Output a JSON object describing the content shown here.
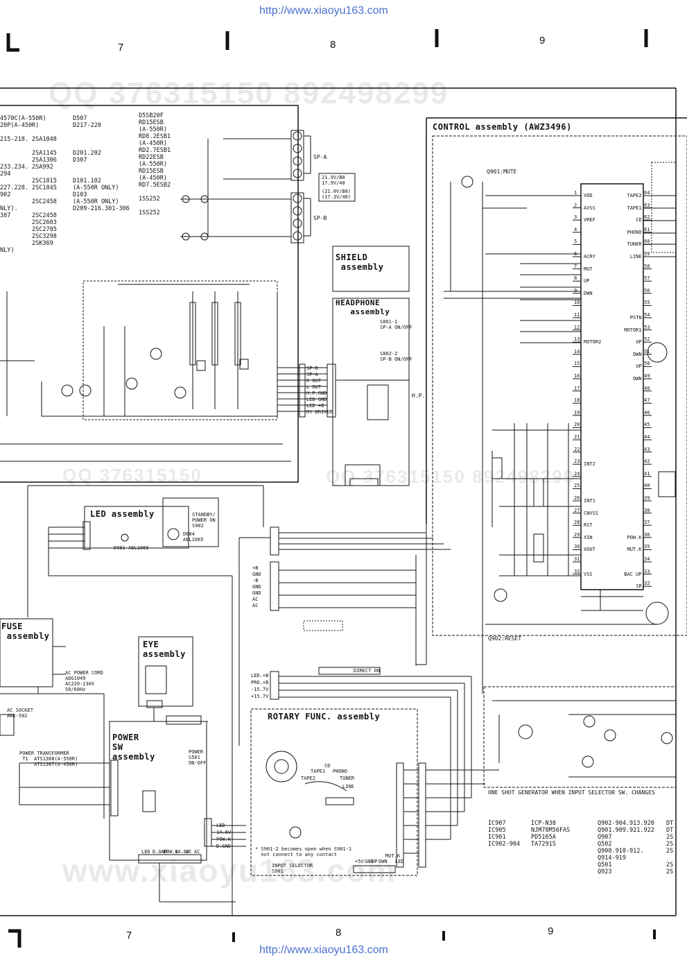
{
  "header": {
    "url_top": "http://www.xiaoyu163.com",
    "url_bottom": "http://www.xiaoyu163.com"
  },
  "grid": {
    "top": [
      "7",
      "8",
      "9"
    ],
    "bottom": [
      "7",
      "8",
      "9"
    ]
  },
  "watermark": {
    "line1": "QQ 376315150  892498299",
    "line2": "www.xiaoyu163.com",
    "mid1": "QQ 376315150",
    "mid2": "QQ 376315150  892498299"
  },
  "assemblies": {
    "control": "CONTROL assembly (AWZ3496)",
    "shield": "SHIELD\n assembly",
    "headphone": "HEADPHONE\n   assembly",
    "led": "LED assembly",
    "fuse": "FUSE\n assembly",
    "eye": "EYE\nassembly",
    "power": "POWER\nSW\nassembly",
    "rotary": "ROTARY FUNC. assembly"
  },
  "parts_list_left": {
    "col1": "4570C(A-550R)\n20P(A-450R)\n\n215-218. 2SA1048\n\n         2SA1145\n         2SA1306\n233.234. 2SA992\n294\n         2SC1815\n227.228. 2SC1845\n902\n         2SC2458\nNLY).\n307      2SC2458\n         2SC2603\n         2SC2705\n         2SC3298\n         2SK369\nNLY)",
    "col2": "D507\nD217-220\n\n\n\nD201.202\nD307\n\n\nD101.102\n(A-550R ONLY)\nD103\n(A-550R ONLY)\nD209-216.301-306",
    "col3": "D5SB20F\nRD15ESB\n(A-550R)\nRD8.2ESB1\n(A-450R)\nRD2.7ESB1\nRD22ESB\n(A-550R)\nRD15ESB\n(A-450R)\nRD7.5ESB2\n\n1SS252\n\n1SS252"
  },
  "parts_list_right": {
    "col1": "IC907\nIC905\nIC901\nIC902-904",
    "col2": "ICP-N38\nNJM78M56FAS\nPD5165A\nTA7291S",
    "col3": "Q902-904.913.920\nQ901.909.921.922\nQ907\nQ502\nQ908.910-912.\nQ914-919\nQ501\nQ923",
    "col4": "DT\nDT\n2S\n2S\n2S\n\n2S\n2S"
  },
  "labels": {
    "q901_mute": "Q901:MUTE",
    "q902_reset": "Q902:RESET",
    "one_shot": "ONE SHOT GENERATOR WHEN INPUT SELECTOR SW. CHANGES",
    "sp_a": "SP-A",
    "sp_b": "SP-B",
    "hp": "H.P.",
    "standby": "STANDBY/\nPOWER ON\nS902",
    "ac_cord": "AC POWER CORD\nADG1049\nAC220-230V\n50/60Hz",
    "ac_socket": "AC SOCKET\nAKK-502",
    "transformer": "POWER TRANSFORMER\n T1  ATS1368(A-550R)\n     ATS1367(A-450R)",
    "power_onoff": "POWER\nS501\nON-OFF",
    "s901_note": "* S901-2 becomes open when S901-1\n  not connect to any contact",
    "input_selector": "INPUT SELECTOR\nS901",
    "shield_rail": "21.9V/B8\n17.9V/48",
    "shield_rail2": "(21.0V/B8)\n(17.3V/48)",
    "direct_on": "DIRECT ON",
    "led_assy_d981": "D981  AEL1065",
    "d604": "D604\nAEL1065",
    "s801": "S801-1\nSP-A ON/OFF",
    "s802": "S802-2\nSP-B ON/OFF",
    "cn9_pins": [
      "SP-B",
      "SP-A",
      "R OUT",
      "L OUT",
      "H.P.GND",
      "LED GND",
      "LED +B",
      "RY DRIVER"
    ],
    "j10_pins": [
      "LED.+B",
      "PRO.+B",
      "-15.7V",
      "+15.7V"
    ],
    "j8_pins": [
      "+B",
      "GND",
      "-B",
      "GND",
      "GND",
      "AC",
      "AC"
    ],
    "ic901_left": [
      "VDD",
      "AVSS",
      "VREF",
      "",
      "",
      "ACRY",
      "MUT",
      "UP",
      "DWN",
      "",
      "",
      "",
      "MOTOR2",
      "",
      "",
      "",
      "",
      "",
      "",
      "",
      "",
      "",
      "INT2",
      "",
      "",
      "INT1",
      "CNVSS",
      "RST",
      "XIN",
      "XOUT",
      "",
      "VSS"
    ],
    "ic901_right": [
      "TAPE2",
      "TAPE1",
      "CD",
      "PHONO",
      "TUNER",
      "LINE",
      "",
      "",
      "",
      "",
      "PSTN",
      "MOTOR1",
      "UP",
      "DWN",
      "UP",
      "DWN",
      "",
      "",
      "",
      "",
      "",
      "",
      "",
      "",
      "",
      "",
      "",
      "",
      "POW.K",
      "MUT.K",
      "",
      "BAC UP",
      "SR"
    ],
    "rotary_pos": [
      "CD",
      "TAPE1",
      "PHONO",
      "TAPE2",
      "TUNER",
      "LINE"
    ],
    "cn17_pins": [
      "LED",
      "14.6V",
      "POW.K",
      "D.GND"
    ],
    "cn16_pins": [
      "LED",
      "D.GND",
      "POW.K",
      "14.6V",
      "AC",
      "AC"
    ],
    "j19_pins": [
      "+5V",
      "GND",
      "UP",
      "DWN",
      "MUT.K",
      "LED"
    ]
  }
}
